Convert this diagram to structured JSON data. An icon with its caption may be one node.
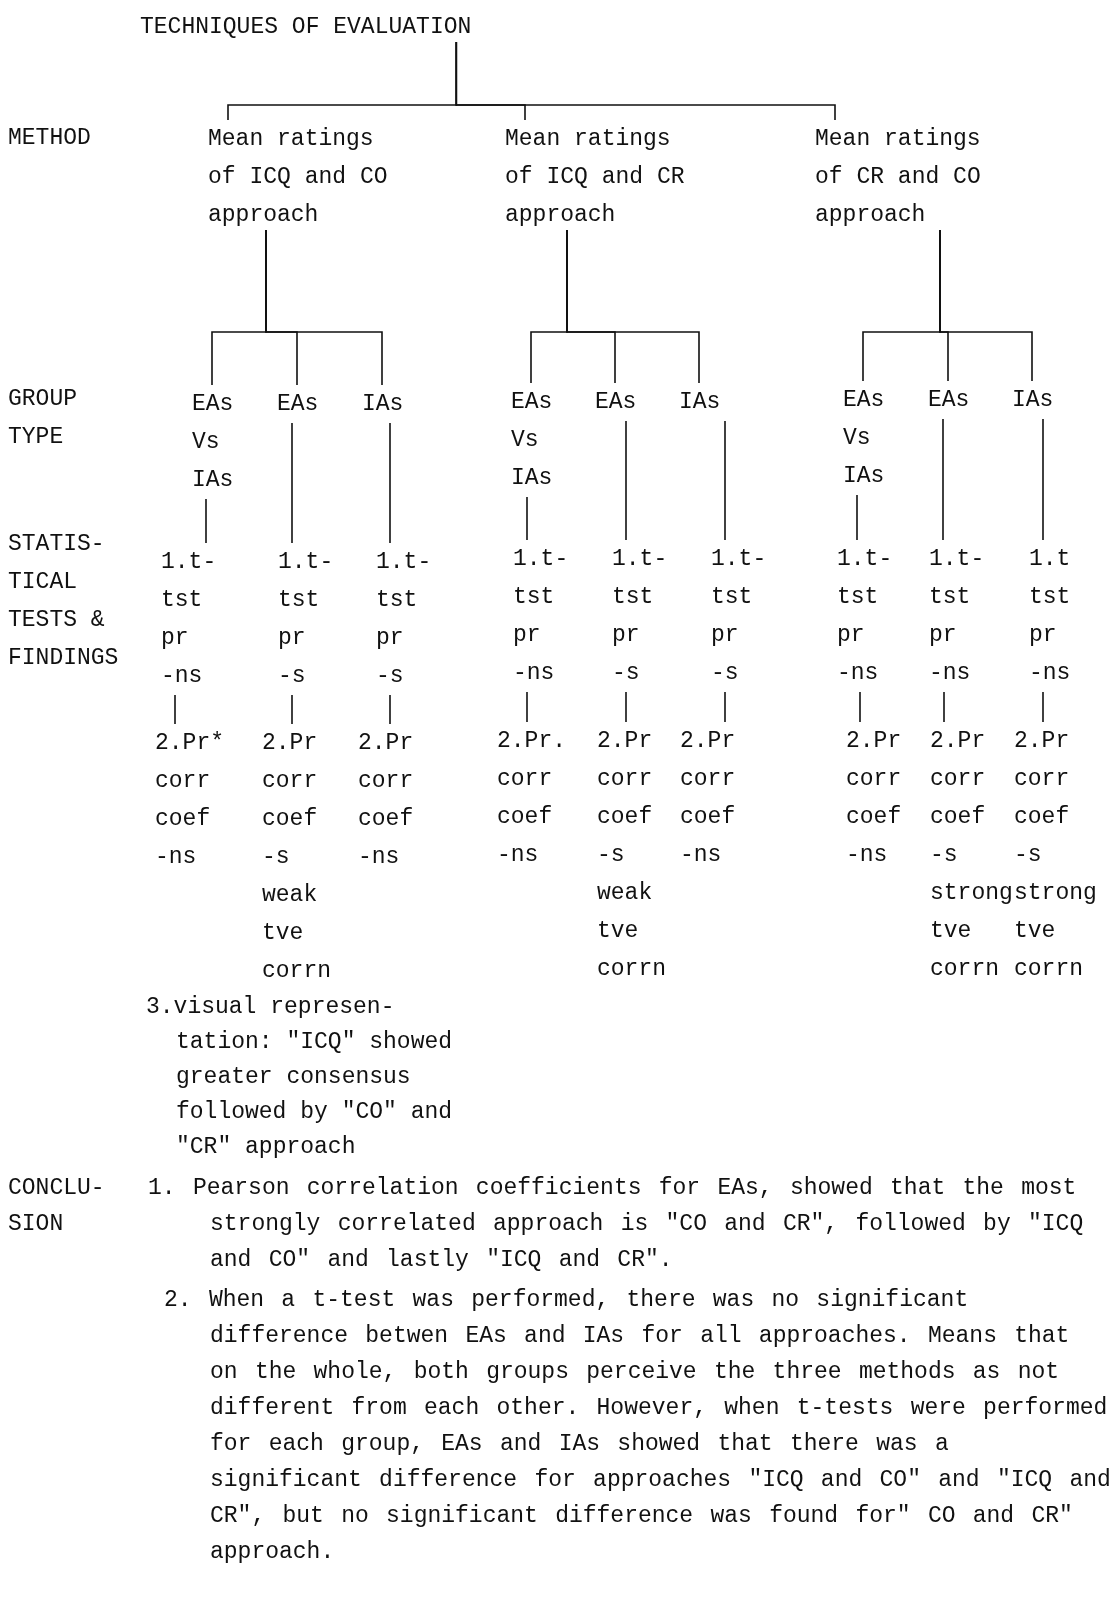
{
  "diagram": {
    "nodes": [
      {
        "text": [
          "TECHNIQUES OF EVALUATION"
        ]
      },
      {
        "text": [
          "Mean ratings of ICQ and CO approach"
        ]
      },
      {
        "text": [
          "Mean ratings of ICQ and CR approach"
        ]
      },
      {
        "text": [
          "Mean ratings of CR and CO approach"
        ]
      },
      {
        "text": [
          "EAs Vs IAs"
        ]
      },
      {
        "text": [
          "EAs"
        ]
      },
      {
        "text": [
          "IAs"
        ]
      },
      {
        "text": [
          "EAs Vs IAs"
        ]
      },
      {
        "text": [
          "EAs"
        ]
      },
      {
        "text": [
          "IAs"
        ]
      },
      {
        "text": [
          "EAs Vs IAs"
        ]
      },
      {
        "text": [
          "EAs"
        ]
      },
      {
        "text": [
          "IAs"
        ]
      },
      {
        "text": [
          "1.t- tst pr -ns"
        ]
      },
      {
        "text": [
          "1.t- tst pr -s"
        ]
      },
      {
        "text": [
          "1.t- tst pr -s"
        ]
      },
      {
        "text": [
          "1.t- tst pr -ns"
        ]
      },
      {
        "text": [
          "1.t- tst pr -s"
        ]
      },
      {
        "text": [
          "1.t- tst pr -s"
        ]
      },
      {
        "text": [
          "1.t- tst pr -ns"
        ]
      },
      {
        "text": [
          "1.t- tst pr -ns"
        ]
      },
      {
        "text": [
          "1.t tst pr -ns"
        ]
      },
      {
        "text": [
          "2.Pr* corr coef -ns"
        ]
      },
      {
        "text": [
          "2.Pr corr coef -s weak tve corrn"
        ]
      },
      {
        "text": [
          "2.Pr corr coef -ns"
        ]
      },
      {
        "text": [
          "2.Pr. corr coef -ns"
        ]
      },
      {
        "text": [
          "2.Pr corr coef -s weak tve corrn"
        ]
      },
      {
        "text": [
          "2.Pr corr coef -ns"
        ]
      },
      {
        "text": [
          "2.Pr corr coef -ns"
        ]
      },
      {
        "text": [
          "2.Pr corr coef -s strong tve corrn"
        ]
      },
      {
        "text": [
          "2.Pr corr coef -s strong tve corrn"
        ]
      }
    ],
    "edges": [
      {
        "from": 0,
        "to": 1,
        "arrow": "none"
      },
      {
        "from": 0,
        "to": 2,
        "arrow": "none"
      },
      {
        "from": 0,
        "to": 3,
        "arrow": "none"
      },
      {
        "from": 1,
        "to": 4,
        "arrow": "none"
      },
      {
        "from": 1,
        "to": 5,
        "arrow": "none"
      },
      {
        "from": 1,
        "to": 6,
        "arrow": "none"
      },
      {
        "from": 2,
        "to": 7,
        "arrow": "none"
      },
      {
        "from": 2,
        "to": 8,
        "arrow": "none"
      },
      {
        "from": 2,
        "to": 9,
        "arrow": "none"
      },
      {
        "from": 3,
        "to": 10,
        "arrow": "none"
      },
      {
        "from": 3,
        "to": 11,
        "arrow": "none"
      },
      {
        "from": 3,
        "to": 12,
        "arrow": "none"
      },
      {
        "from": 4,
        "to": 13,
        "arrow": "none"
      },
      {
        "from": 5,
        "to": 14,
        "arrow": "none"
      },
      {
        "from": 6,
        "to": 15,
        "arrow": "none"
      },
      {
        "from": 7,
        "to": 16,
        "arrow": "none"
      },
      {
        "from": 8,
        "to": 17,
        "arrow": "none"
      },
      {
        "from": 9,
        "to": 18,
        "arrow": "none"
      },
      {
        "from": 10,
        "to": 19,
        "arrow": "none"
      },
      {
        "from": 11,
        "to": 20,
        "arrow": "none"
      },
      {
        "from": 12,
        "to": 21,
        "arrow": "none"
      },
      {
        "from": 13,
        "to": 22,
        "arrow": "none"
      },
      {
        "from": 14,
        "to": 23,
        "arrow": "none"
      },
      {
        "from": 15,
        "to": 24,
        "arrow": "none"
      },
      {
        "from": 16,
        "to": 25,
        "arrow": "none"
      },
      {
        "from": 17,
        "to": 26,
        "arrow": "none"
      },
      {
        "from": 18,
        "to": 27,
        "arrow": "none"
      },
      {
        "from": 19,
        "to": 28,
        "arrow": "none"
      },
      {
        "from": 20,
        "to": 29,
        "arrow": "none"
      },
      {
        "from": 21,
        "to": 30,
        "arrow": "none"
      }
    ],
    "labels": [
      "METHOD",
      "GROUP TYPE",
      "STATIS- TICAL TESTS & FINDINGS",
      "3.visual represen- tation: \"ICQ\" showed greater consensus followed by \"CO\" and \"CR\" approach",
      "CONCLU- SION",
      "1. Pearson correlation coefficients for EAs, showed that the most strongly correlated approach is \"CO and CR\", followed by \"ICQ and CO\" and lastly \"ICQ and CR\".",
      "2. When a t-test was performed, there was no significant difference betwen EAs and IAs for all approaches. Means that on the whole, both groups perceive the three methods as not different from each other. However, when t-tests were performed for each group, EAs and IAs showed that there was a significant difference for approaches \"ICQ and CO\" and \"ICQ and CR\", but no significant difference was found for\" CO and CR\" approach."
    ]
  }
}
